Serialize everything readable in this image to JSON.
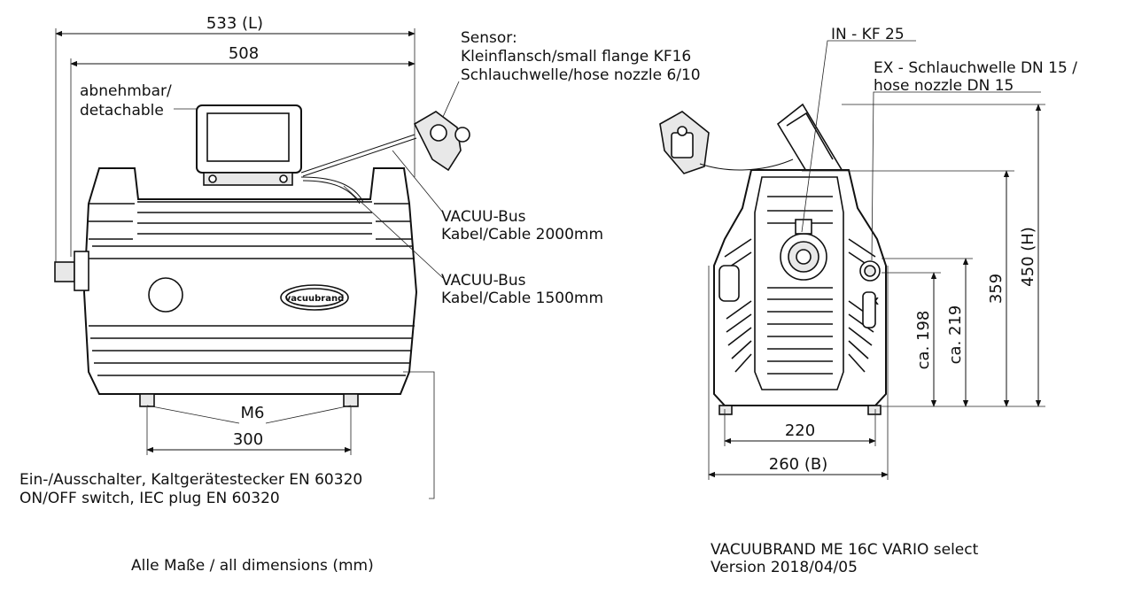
{
  "labels": {
    "dim_533": "533 (L)",
    "dim_508": "508",
    "detachable_1": "abnehmbar/",
    "detachable_2": "detachable",
    "sensor_1": "Sensor:",
    "sensor_2": "Kleinflansch/small flange KF16",
    "sensor_3": "Schlauchwelle/hose nozzle 6/10",
    "bus1_1": "VACUU-Bus",
    "bus1_2": "Kabel/Cable 2000mm",
    "bus2_1": "VACUU-Bus",
    "bus2_2": "Kabel/Cable 1500mm",
    "m6": "M6",
    "dim_300": "300",
    "switch_1": "Ein-/Ausschalter, Kaltgerätestecker EN 60320",
    "switch_2": "ON/OFF switch, IEC plug EN 60320",
    "all_dims": "Alle Maße / all dimensions (mm)",
    "in_kf": "IN - KF 25",
    "ex_1": "EX - Schlauchwelle DN 15 /",
    "ex_2": "hose nozzle DN 15",
    "dim_450": "450 (H)",
    "dim_359": "359",
    "dim_219": "ca. 219",
    "dim_198": "ca. 198",
    "dim_220": "220",
    "dim_260": "260 (B)",
    "model": "VACUUBRAND ME 16C VARIO select",
    "version": "Version 2018/04/05",
    "brand": "vacuubrand",
    "ex_mark": "EX"
  }
}
